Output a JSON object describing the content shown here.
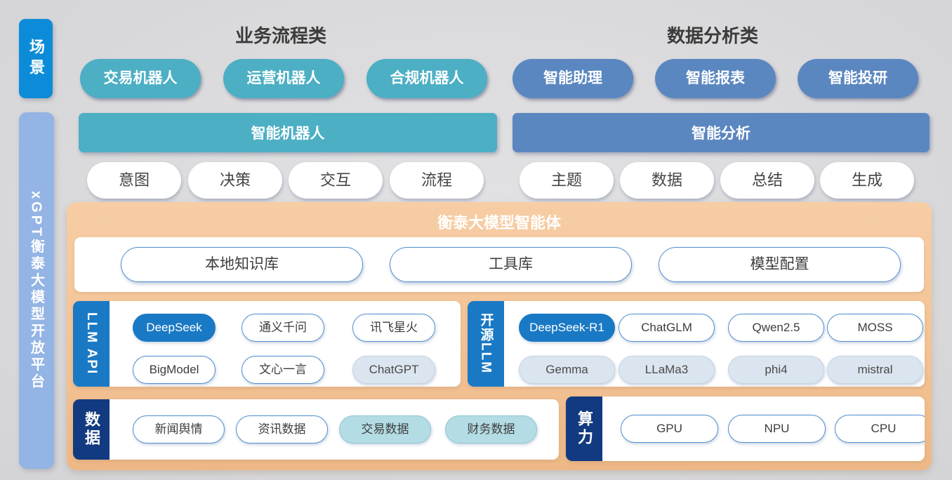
{
  "background_color": "#dcdcde",
  "sidebar": {
    "scene_tab": {
      "label": "场景",
      "color": "#0c8cd8"
    },
    "platform_tab": {
      "label": "xGPT衡泰大模型开放平台",
      "color": "#93b4e4"
    }
  },
  "sections": {
    "left_title": "业务流程类",
    "right_title": "数据分析类"
  },
  "scenario_row": {
    "left": [
      {
        "label": "交易机器人",
        "color": "#4cafc4"
      },
      {
        "label": "运营机器人",
        "color": "#4cafc4"
      },
      {
        "label": "合规机器人",
        "color": "#4cafc4"
      }
    ],
    "right": [
      {
        "label": "智能助理",
        "color": "#5b87c0"
      },
      {
        "label": "智能报表",
        "color": "#5b87c0"
      },
      {
        "label": "智能投研",
        "color": "#5b87c0"
      }
    ]
  },
  "capability_bars": {
    "left": {
      "label": "智能机器人",
      "color": "#4cafc4"
    },
    "right": {
      "label": "智能分析",
      "color": "#5b87c0"
    }
  },
  "capability_pills": {
    "left": [
      "意图",
      "决策",
      "交互",
      "流程"
    ],
    "right": [
      "主题",
      "数据",
      "总结",
      "生成"
    ]
  },
  "agent_panel": {
    "title": "衡泰大模型智能体",
    "color": "#f3c396",
    "features": [
      "本地知识库",
      "工具库",
      "模型配置"
    ]
  },
  "llm_api": {
    "tab_label": "LLM API",
    "tab_color": "#1a79c4",
    "items": [
      {
        "label": "DeepSeek",
        "style": "filled"
      },
      {
        "label": "通义千问",
        "style": "white"
      },
      {
        "label": "讯飞星火",
        "style": "white"
      },
      {
        "label": "BigModel",
        "style": "white"
      },
      {
        "label": "文心一言",
        "style": "white"
      },
      {
        "label": "ChatGPT",
        "style": "gray"
      }
    ]
  },
  "open_llm": {
    "tab_label": "开源LLM",
    "tab_color": "#1a79c4",
    "items": [
      {
        "label": "DeepSeek-R1",
        "style": "filled"
      },
      {
        "label": "ChatGLM",
        "style": "white"
      },
      {
        "label": "Qwen2.5",
        "style": "white"
      },
      {
        "label": "MOSS",
        "style": "white"
      },
      {
        "label": "Gemma",
        "style": "gray"
      },
      {
        "label": "LLaMa3",
        "style": "gray"
      },
      {
        "label": "phi4",
        "style": "gray"
      },
      {
        "label": "mistral",
        "style": "gray"
      }
    ]
  },
  "data_row": {
    "tab_label": "数据",
    "tab_color": "#123a80",
    "items": [
      {
        "label": "新闻舆情",
        "style": "white"
      },
      {
        "label": "资讯数据",
        "style": "white"
      },
      {
        "label": "交易数据",
        "style": "teal"
      },
      {
        "label": "财务数据",
        "style": "teal"
      }
    ]
  },
  "compute_row": {
    "tab_label": "算力",
    "tab_color": "#123a80",
    "items": [
      {
        "label": "GPU",
        "style": "white"
      },
      {
        "label": "NPU",
        "style": "white"
      },
      {
        "label": "CPU",
        "style": "white"
      }
    ]
  }
}
